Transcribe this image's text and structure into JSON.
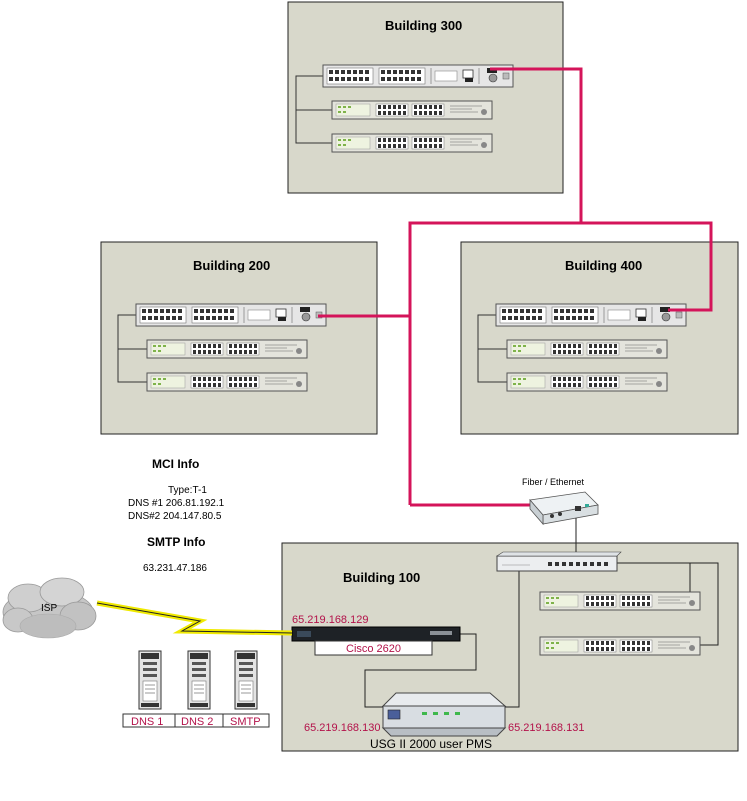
{
  "buildings": {
    "b300": "Building 300",
    "b200": "Building 200",
    "b400": "Building 400",
    "b100": "Building 100"
  },
  "mci": {
    "title": "MCI Info",
    "type": "Type:T-1",
    "dns1": "DNS #1 206.81.192.1",
    "dns2": "DNS#2 204.147.80.5"
  },
  "smtp": {
    "title": "SMTP Info",
    "ip": "63.231.47.186"
  },
  "devices": {
    "fiber_ethernet": "Fiber / Ethernet",
    "isp": "ISP",
    "router_ip": "65.219.168.129",
    "router_name": "Cisco 2620",
    "firewall_ip_left": "65.219.168.130",
    "firewall_ip_right": "65.219.168.131",
    "firewall_name": "USG II 2000 user PMS",
    "servers": [
      "DNS 1",
      "DNS 2",
      "SMTP"
    ]
  },
  "colors": {
    "building_fill": "#d8d8cb",
    "fiber_link": "#d4145a",
    "label_red": "#b3124a"
  }
}
